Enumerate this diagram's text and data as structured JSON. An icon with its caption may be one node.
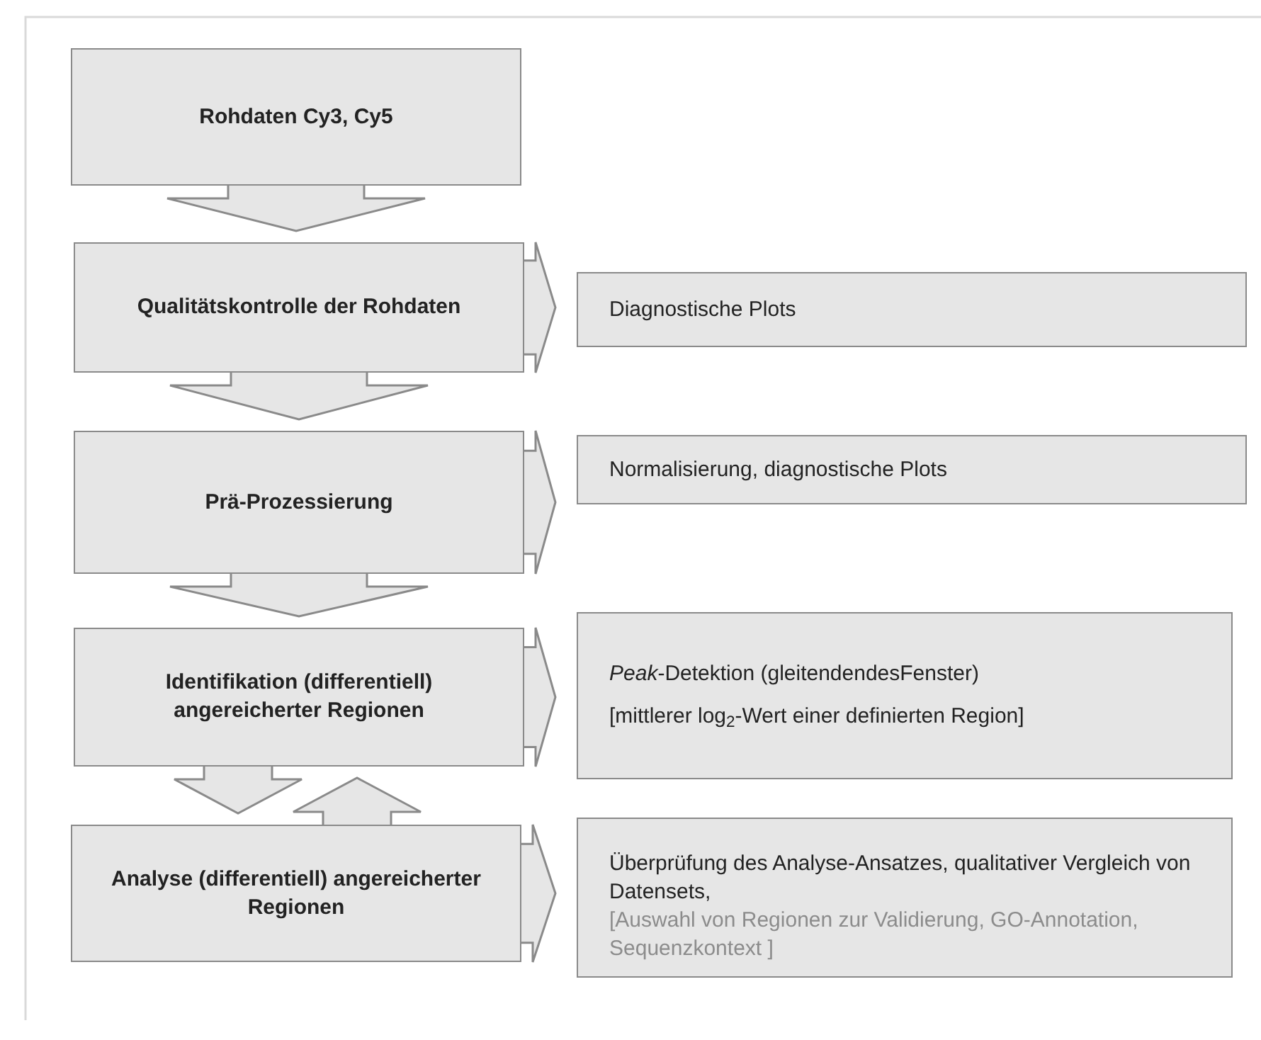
{
  "diagram": {
    "nodes": [
      {
        "text": [
          "Rohdaten Cy3, Cy5"
        ]
      },
      {
        "text": [
          "Qualitätskontrolle der Rohdaten"
        ]
      },
      {
        "text": [
          "Diagnostische Plots"
        ]
      },
      {
        "text": [
          "Prä-Prozessierung"
        ]
      },
      {
        "text": [
          "Normalisierung, diagnostische Plots"
        ]
      },
      {
        "text": [
          "Identifikation (differentiell) angereicherter Regionen"
        ]
      },
      {
        "text": [
          "*Peak*-Detektion (gleitendendesFenster)",
          "[mittlerer log$_{2}$-Wert einer definierten Region]"
        ]
      },
      {
        "text": [
          "Analyse (differentiell) angereicherter Regionen"
        ]
      },
      {
        "text": [
          "Überprüfung des Analyse-Ansatzes, qualitativer Vergleich von Datensets,",
          "[Auswahl von Regionen zur Validierung, GO-Annotation, Sequenzkontext ]"
        ]
      }
    ],
    "edges": [
      {
        "from": 0,
        "to": 1,
        "arrow": "to"
      },
      {
        "from": 1,
        "to": 2,
        "arrow": "to"
      },
      {
        "from": 1,
        "to": 3,
        "arrow": "to"
      },
      {
        "from": 3,
        "to": 4,
        "arrow": "to"
      },
      {
        "from": 3,
        "to": 5,
        "arrow": "to"
      },
      {
        "from": 5,
        "to": 6,
        "arrow": "to"
      },
      {
        "from": 5,
        "to": 7,
        "arrow": "to"
      },
      {
        "from": 7,
        "to": 5,
        "arrow": "to"
      },
      {
        "from": 7,
        "to": 8,
        "arrow": "to"
      }
    ]
  }
}
